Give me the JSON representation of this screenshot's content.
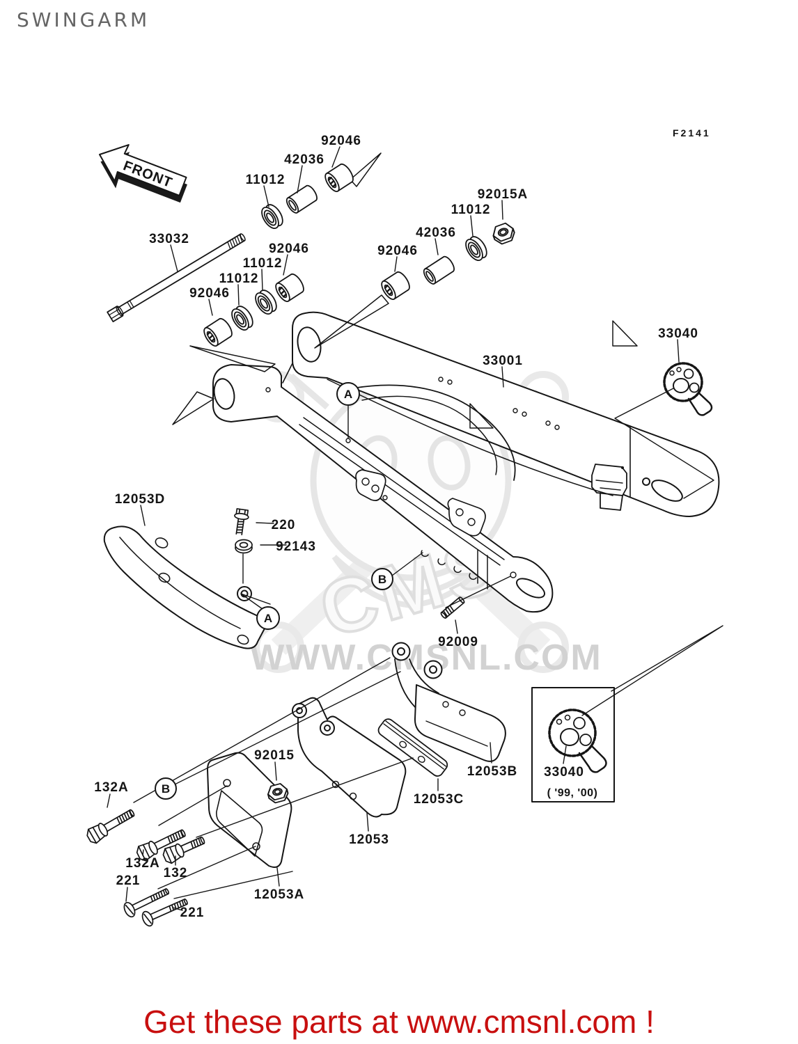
{
  "page": {
    "title": "SWINGARM",
    "figure_code": "F2141",
    "front_label": "FRONT"
  },
  "watermark": {
    "logo_text": "CMS",
    "site_text": "WWW.CMSNL.COM"
  },
  "banner": {
    "text": "Get these parts at www.cmsnl.com !",
    "color": "#cc0000"
  },
  "colors": {
    "line": "#151515",
    "title_gray": "#646464",
    "watermark_gray": "#d2d2d2",
    "banner_red": "#c80f0f",
    "background": "#ffffff"
  },
  "callouts": {
    "a": "A",
    "b": "B"
  },
  "part_labels": [
    {
      "text": "92046"
    },
    {
      "text": "42036"
    },
    {
      "text": "11012"
    },
    {
      "text": "92015A"
    },
    {
      "text": "11012"
    },
    {
      "text": "42036"
    },
    {
      "text": "92046"
    },
    {
      "text": "33032"
    },
    {
      "text": "92046"
    },
    {
      "text": "11012"
    },
    {
      "text": "11012"
    },
    {
      "text": "92046"
    },
    {
      "text": "33040"
    },
    {
      "text": "33001"
    },
    {
      "text": "12053D"
    },
    {
      "text": "220"
    },
    {
      "text": "92143"
    },
    {
      "text": "92009"
    },
    {
      "text": "12053B"
    },
    {
      "text": "33040"
    },
    {
      "text": "( '99, '00)"
    },
    {
      "text": "12053C"
    },
    {
      "text": "12053"
    },
    {
      "text": "92015"
    },
    {
      "text": "132A"
    },
    {
      "text": "132A"
    },
    {
      "text": "132"
    },
    {
      "text": "221"
    },
    {
      "text": "221"
    },
    {
      "text": "12053A"
    }
  ]
}
